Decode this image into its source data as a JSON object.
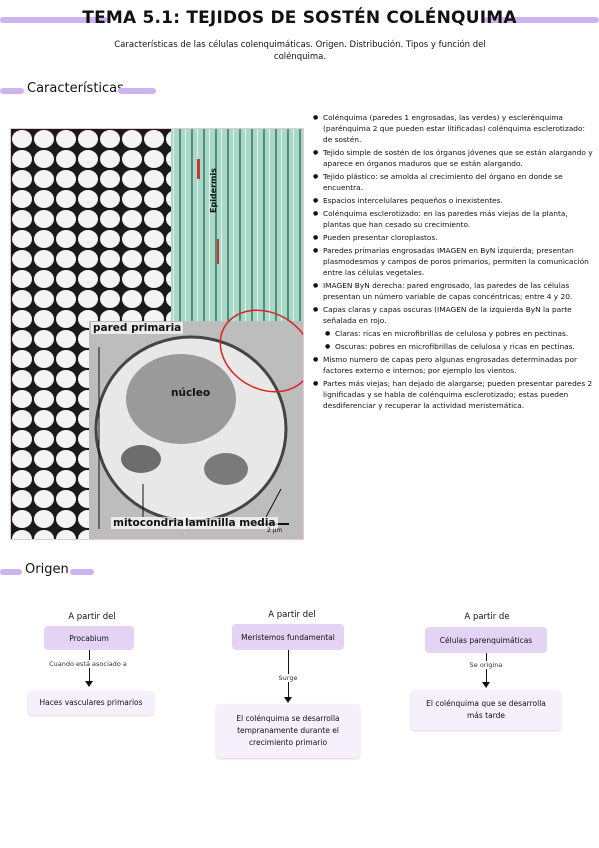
{
  "header": {
    "title": "TEMA 5.1: TEJIDOS DE SOSTÉN COLÉNQUIMA",
    "subtitle": "Características de las células colenquimáticas. Origen. Distribución. Tipos y función del colénquima."
  },
  "sections": {
    "caracteristicas": "Características",
    "origen": "Origen"
  },
  "figure": {
    "labels": {
      "epidermis": "Epidermis",
      "pared_primaria": "pared primaria",
      "nucleo": "núcleo",
      "mitocondria": "mitocondria",
      "laminilla": "laminilla media",
      "scale": "2 µm"
    }
  },
  "bullets": [
    "Colénquima (paredes 1 engrosadas, las verdes) y esclerénquima (parénquima 2 que pueden estar litificadas) colénquima esclerotizado: de sostén.",
    "Tejido simple de sostén de los órganos jóvenes que se están alargando y aparece en órganos maduros que se están alargando.",
    "Tejido plástico: se amolda al crecimiento del órgano en donde se encuentra.",
    "Espacios intercelulares pequeños o inexistentes.",
    "Colénquima esclerotizado: en las paredes más viejas de la planta, plantas que han cesado su crecimiento.",
    "Pueden presentar cloroplastos.",
    "Paredes primarias engrosadas IMAGEN en ByN izquierda; presentan plasmodesmos y campos de poros primarios, permiten la comunicación entre las células vegetales.",
    "IMAGEN ByN derecha: pared engrosado, las paredes de las células presentan un número variable de capas concéntricas; entre 4 y 20.",
    "Capas claras y capas oscuras (IMAGEN de la izquierda ByN la parte señalada en rojo."
  ],
  "sub_bullets": [
    "Claras: ricas en microfibrillas de celulosa y pobres en pectinas.",
    "Oscuras: pobres en microfibrillas de celulosa y ricas en pectinas."
  ],
  "bullets_after": [
    "Mismo numero de capas pero algunas engrosadas determinadas por factores externo e internos; por ejemplo los vientos.",
    "Partes más viejas; han dejado de alargarse; pueden presentar paredes 2 lignificadas y se habla de colénquima esclerotizado; estas pueden desdiferenciar y recuperar la actividad meristemática."
  ],
  "origen": {
    "columns": [
      {
        "head": "A partir del",
        "box": "Procabium",
        "link": "Cuando está asociado a",
        "result": "Haces vasculares primarios"
      },
      {
        "head": "A partir del",
        "box": "Meristemos fundamental",
        "link": "Surge",
        "result": "El colénquima se desarrolla tempranamente durante el crecimiento primario"
      },
      {
        "head": "A partir de",
        "box": "Células parenquimáticas",
        "link": "Se origina",
        "result": "El colénquima que se desarrolla más tarde"
      }
    ]
  }
}
